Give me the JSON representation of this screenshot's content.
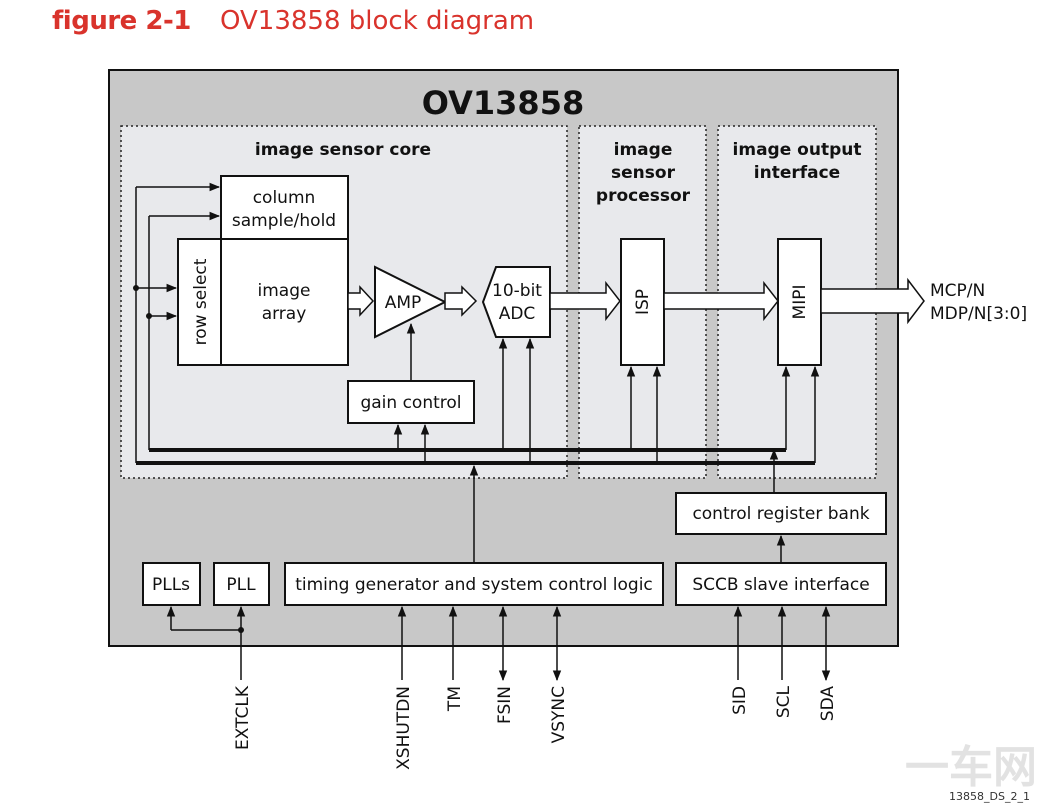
{
  "figure": {
    "label": "figure 2-1",
    "title": "OV13858 block diagram"
  },
  "chip_name": "OV13858",
  "sections": {
    "sensor_core": "image sensor core",
    "isp_section": [
      "image",
      "sensor",
      "processor"
    ],
    "output_section": [
      "image output",
      "interface"
    ]
  },
  "blocks": {
    "column": [
      "column",
      "sample/hold"
    ],
    "row_select": "row select",
    "image_array": [
      "image",
      "array"
    ],
    "amp": "AMP",
    "adc": [
      "10-bit",
      "ADC"
    ],
    "gain_control": "gain control",
    "isp": "ISP",
    "mipi": "MIPI",
    "control_register_bank": "control register bank",
    "plls": "PLLs",
    "pll": "PLL",
    "timing": "timing generator and system control logic",
    "sccb": "SCCB slave interface"
  },
  "outputs": [
    "MCP/N",
    "MDP/N[3:0]"
  ],
  "pins": [
    "EXTCLK",
    "XSHUTDN",
    "TM",
    "FSIN",
    "VSYNC",
    "SID",
    "SCL",
    "SDA"
  ],
  "doc_id": "13858_DS_2_1",
  "watermark": "一车网",
  "colors": {
    "title_red": "#d9332c",
    "chip_fill": "#c8c8c8",
    "section_fill": "#e8e9ec"
  }
}
